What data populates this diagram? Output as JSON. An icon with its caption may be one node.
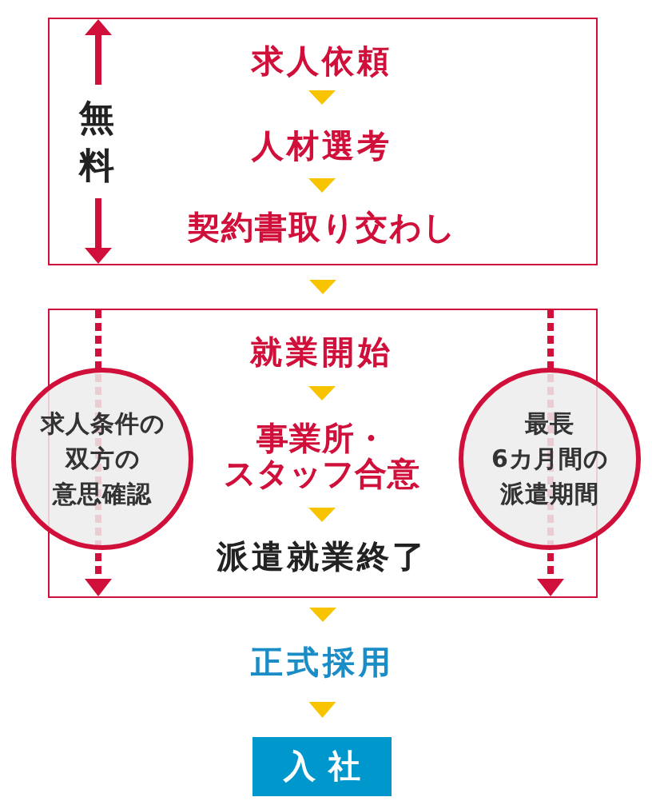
{
  "diagram": {
    "nodes": [
      {
        "text": [],
        "shape": "box"
      },
      {
        "text": [
          "求人依頼"
        ],
        "in": 0
      },
      {
        "text": [
          "人材選考"
        ],
        "in": 0
      },
      {
        "text": [
          "契約書取り交わし"
        ],
        "in": 0
      },
      {
        "text": [],
        "shape": "box"
      },
      {
        "text": [
          "就業開始"
        ],
        "in": 4
      },
      {
        "text": [
          "事業所・スタッフ合意"
        ],
        "in": 4
      },
      {
        "text": [
          "派遣就業終了"
        ],
        "in": 4
      },
      {
        "text": [
          "求人条件の双方の意思確認"
        ]
      },
      {
        "text": [
          "最長6カ月間の派遣期間"
        ]
      },
      {
        "text": [
          "正式採用"
        ]
      },
      {
        "text": [
          "入社"
        ]
      }
    ],
    "edges": [
      {
        "from": 1,
        "to": 2,
        "arrow": "to"
      },
      {
        "from": 2,
        "to": 3,
        "arrow": "to"
      },
      {
        "from": 0,
        "to": 4,
        "arrow": "to"
      },
      {
        "from": 5,
        "to": 6,
        "arrow": "to"
      },
      {
        "from": 6,
        "to": 7,
        "arrow": "to"
      },
      {
        "from": 4,
        "to": 10,
        "arrow": "to"
      },
      {
        "from": 10,
        "to": 11,
        "arrow": "to"
      }
    ],
    "labels": [
      "無料"
    ]
  }
}
